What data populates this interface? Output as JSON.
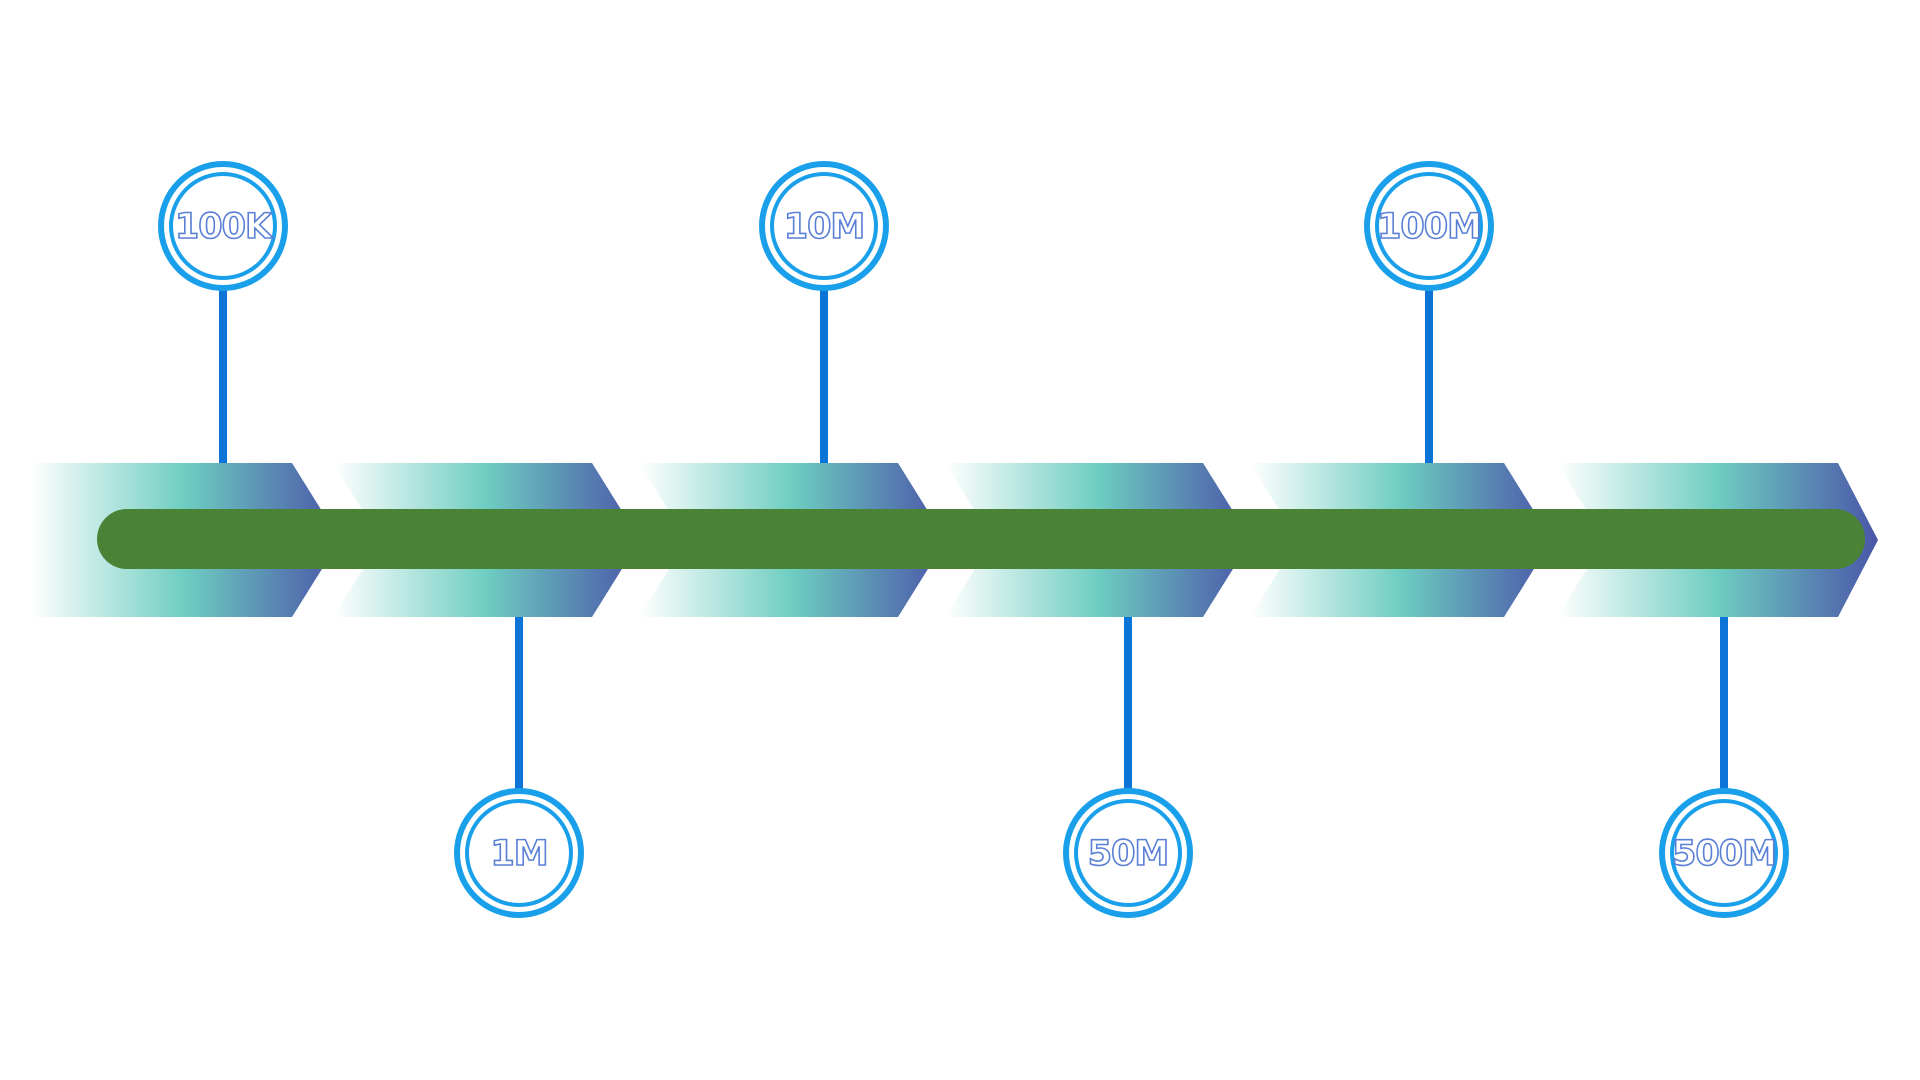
{
  "timeline": {
    "milestones": [
      {
        "label": "100K",
        "position": "above"
      },
      {
        "label": "1M",
        "position": "below"
      },
      {
        "label": "10M",
        "position": "above"
      },
      {
        "label": "50M",
        "position": "below"
      },
      {
        "label": "100M",
        "position": "above"
      },
      {
        "label": "500M",
        "position": "below"
      }
    ],
    "colors": {
      "arrow_start": "#ffffff",
      "arrow_mid": "#6ecdc1",
      "arrow_end": "#4a56a8",
      "progress_bar": "#4a8236",
      "connector": "#0b74d6",
      "circle_outer": "#1aa0ea",
      "circle_inner": "#1aa0ea",
      "label_fill": "#ffffff",
      "label_outline": "#5a7fd6"
    },
    "icons": [
      "chevron-arrow-segment",
      "milestone-circle-icon"
    ]
  }
}
